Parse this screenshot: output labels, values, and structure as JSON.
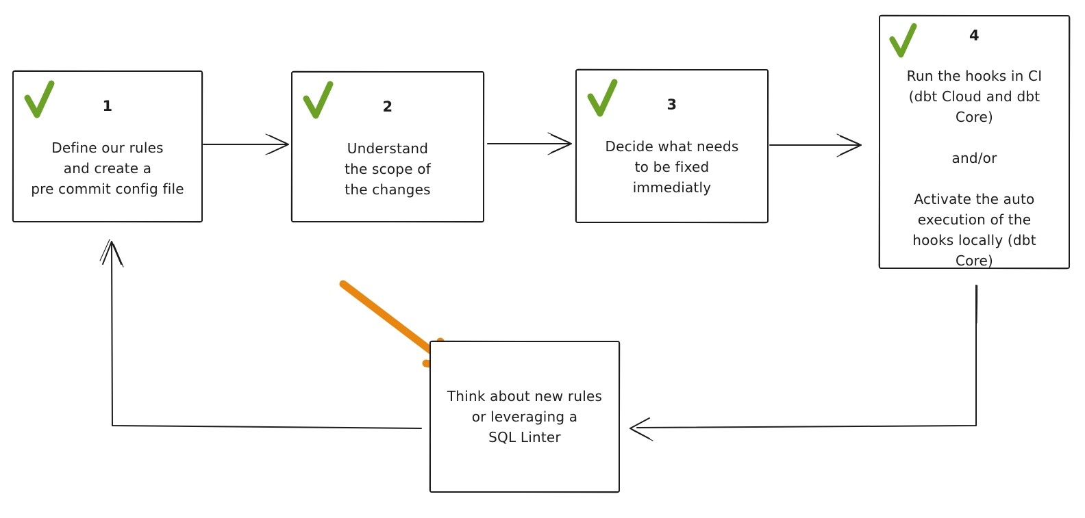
{
  "diagram": {
    "background": "#ffffff",
    "colors": {
      "line": "#1c1c1c",
      "check_green": "#6ba226",
      "highlight_orange": "#e8860f"
    },
    "steps": [
      {
        "id": "step-1",
        "number": "1",
        "checked": true,
        "text": "Define our rules\nand create a\npre commit config file"
      },
      {
        "id": "step-2",
        "number": "2",
        "checked": true,
        "text": "Understand\nthe scope of\nthe changes"
      },
      {
        "id": "step-3",
        "number": "3",
        "checked": true,
        "text": "Decide what needs\nto be fixed\nimmediatly"
      },
      {
        "id": "step-4",
        "number": "4",
        "checked": true,
        "text": "Run the hooks in CI\n(dbt Cloud and dbt\nCore)\n\nand/or\n\nActivate the auto\nexecution of the\nhooks locally (dbt\nCore)"
      }
    ],
    "loop_node": {
      "id": "loop-node",
      "text": "Think about new rules\nor leveraging a\nSQL Linter"
    },
    "connectors": [
      {
        "from": "step-1",
        "to": "step-2",
        "style": "open-arrow"
      },
      {
        "from": "step-2",
        "to": "step-3",
        "style": "open-arrow"
      },
      {
        "from": "step-3",
        "to": "step-4",
        "style": "open-arrow"
      },
      {
        "from": "step-4",
        "to": "loop-node",
        "style": "open-arrow-elbow"
      },
      {
        "from": "loop-node",
        "to": "step-1",
        "style": "open-arrow-elbow"
      },
      {
        "from": "annotation",
        "to": "loop-node",
        "style": "thick-orange-arrow"
      }
    ]
  }
}
